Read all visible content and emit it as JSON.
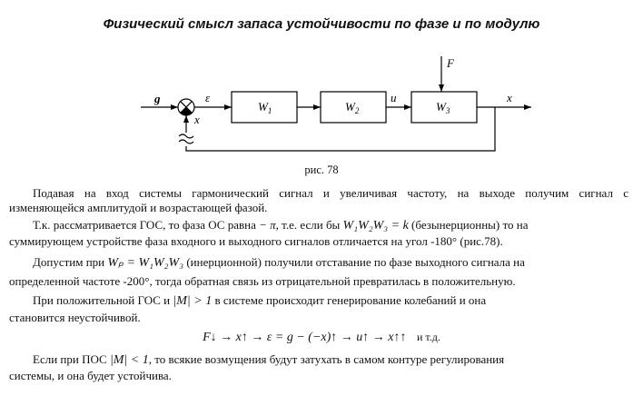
{
  "title": "Физический смысл запаса устойчивости по фазе и по модулю",
  "diagram": {
    "input_label": "g",
    "error_label": "ε",
    "feedback_label": "x",
    "block1_base": "W",
    "block1_sub": "1",
    "block2_base": "W",
    "block2_sub": "2",
    "u_label": "u",
    "block3_base": "W",
    "block3_sub": "3",
    "disturbance_label": "F",
    "output_label": "x",
    "caption": "рис. 78"
  },
  "paragraphs": {
    "p1_line1": "Подавая на вход системы гармонический сигнал и увеличивая частоту, на выходе получим сигнал с",
    "p1_line2": "изменяющейся амплитудой и возрастающей фазой.",
    "p2_a": "Т.к. рассматривается ГОС, то фаза ОС равна",
    "p2_math1": "− π",
    "p2_b": ", т.е. если бы",
    "p2_math2": "W₁W₂W₃ = k",
    "p2_c": "(безынерционны) то на",
    "p2_line2": "суммирующем устройстве фаза входного и выходного сигналов отличается на угол  -180° (рис.78).",
    "p3_a": "Допустим при",
    "p3_math": "Wₚ = W₁W₂W₃",
    "p3_b": "(инерционной) получили отставание по фазе выходного сигнала на",
    "p3_line2": "определенной частоте  -200°, тогда обратная связь из отрицательной превратилась в положительную.",
    "p4_a": "При положительной ГОС и",
    "p4_math": "|M| > 1",
    "p4_b": "в системе происходит генерирование колебаний и она",
    "p4_line2": "становится неустойчивой.",
    "formula": "F↓  →  x↑  →  ε = g − (−x)↑  →  u↑  →  x↑↑",
    "formula_tail": "и т.д.",
    "p5_a": "Если при ПОС",
    "p5_math": "|M| < 1",
    "p5_b": ", то всякие возмущения будут затухать в самом контуре регулирования",
    "p5_line2": "системы, и она будет устойчива."
  }
}
